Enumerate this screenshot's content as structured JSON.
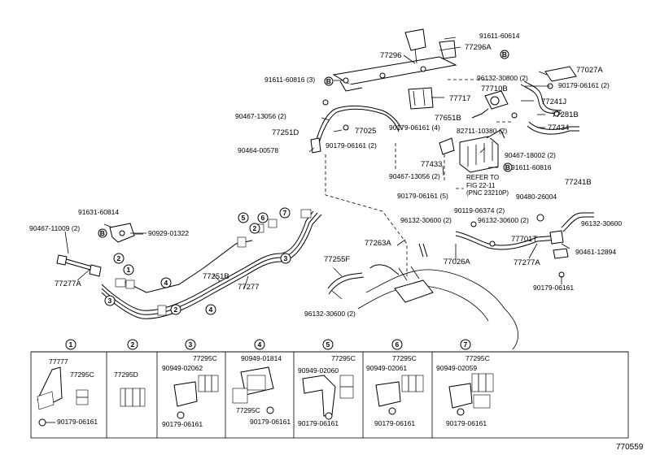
{
  "labels": {
    "l91611_60614": "91611-60614",
    "l77296": "77296",
    "l77296a": "77296A",
    "l77027a": "77027A",
    "l91611_60816_3": "91611-60816 (3)",
    "l96132_30800": "96132-30800 (2)",
    "l90179_06161_2a": "90179-06161 (2)",
    "l77710b": "77710B",
    "l77717": "77717",
    "l77241j": "77241J",
    "l90467_13056_2a": "90467-13056 (2)",
    "l77651b": "77651B",
    "l77281b": "77281B",
    "l77251d": "77251D",
    "l77025": "77025",
    "l90179_06161_4": "90179-06161 (4)",
    "l82711_10380": "82711-10380 (2)",
    "l77434": "77434",
    "l90179_06161_2b": "90179-06161 (2)",
    "l90464_00578": "90464-00578",
    "l77433": "77433",
    "l90467_18002": "90467-18002 (2)",
    "l90467_13056_2b": "90467-13056 (2)",
    "l91611_60816": "91611-60816",
    "l77241b": "77241B",
    "ref1": "REFER TO",
    "ref2": "FIG 22-11",
    "ref3": "(PNC 23210P)",
    "l90179_06161_5": "90179-06161 (5)",
    "l90480_26004": "90480-26004",
    "l91631_60814": "91631-60814",
    "l90119_06374": "90119-06374 (2)",
    "l96132_30600_2a": "96132-30600 (2)",
    "l96132_30600_2b": "96132-30600 (2)",
    "l96132_30600": "96132-30600",
    "l90467_11009": "90467-11009 (2)",
    "l90929_01322": "90929-01322",
    "l77263a": "77263A",
    "l77701t": "77701T",
    "l90461_12894": "90461-12894",
    "l77026a": "77026A",
    "l77277a_r": "77277A",
    "l77255f": "77255F",
    "l77277a_l": "77277A",
    "l77251b": "77251B",
    "l77277": "77277",
    "l90179_06161_r": "90179-06161",
    "l96132_30600_2c": "96132-30600 (2)",
    "bubble_b": "B",
    "fig_no": "770559"
  },
  "callouts": [
    "1",
    "2",
    "3",
    "4",
    "5",
    "6",
    "7"
  ],
  "legend": [
    {
      "num": "1",
      "a": "77777",
      "b": "77295C",
      "c": "90179-06161"
    },
    {
      "num": "2",
      "a": "77295D"
    },
    {
      "num": "3",
      "a": "90949-02062",
      "b": "77295C",
      "c": "90179-06161"
    },
    {
      "num": "4",
      "a": "90949-01814",
      "b": "77295C",
      "c": "90179-06161"
    },
    {
      "num": "5",
      "a": "90949-02060",
      "b": "77295C",
      "c": "90179-06161"
    },
    {
      "num": "6",
      "a": "90949-02061",
      "b": "77295C",
      "c": "90179-06161"
    },
    {
      "num": "7",
      "a": "90949-02059",
      "b": "77295C",
      "c": "90179-06161"
    }
  ]
}
